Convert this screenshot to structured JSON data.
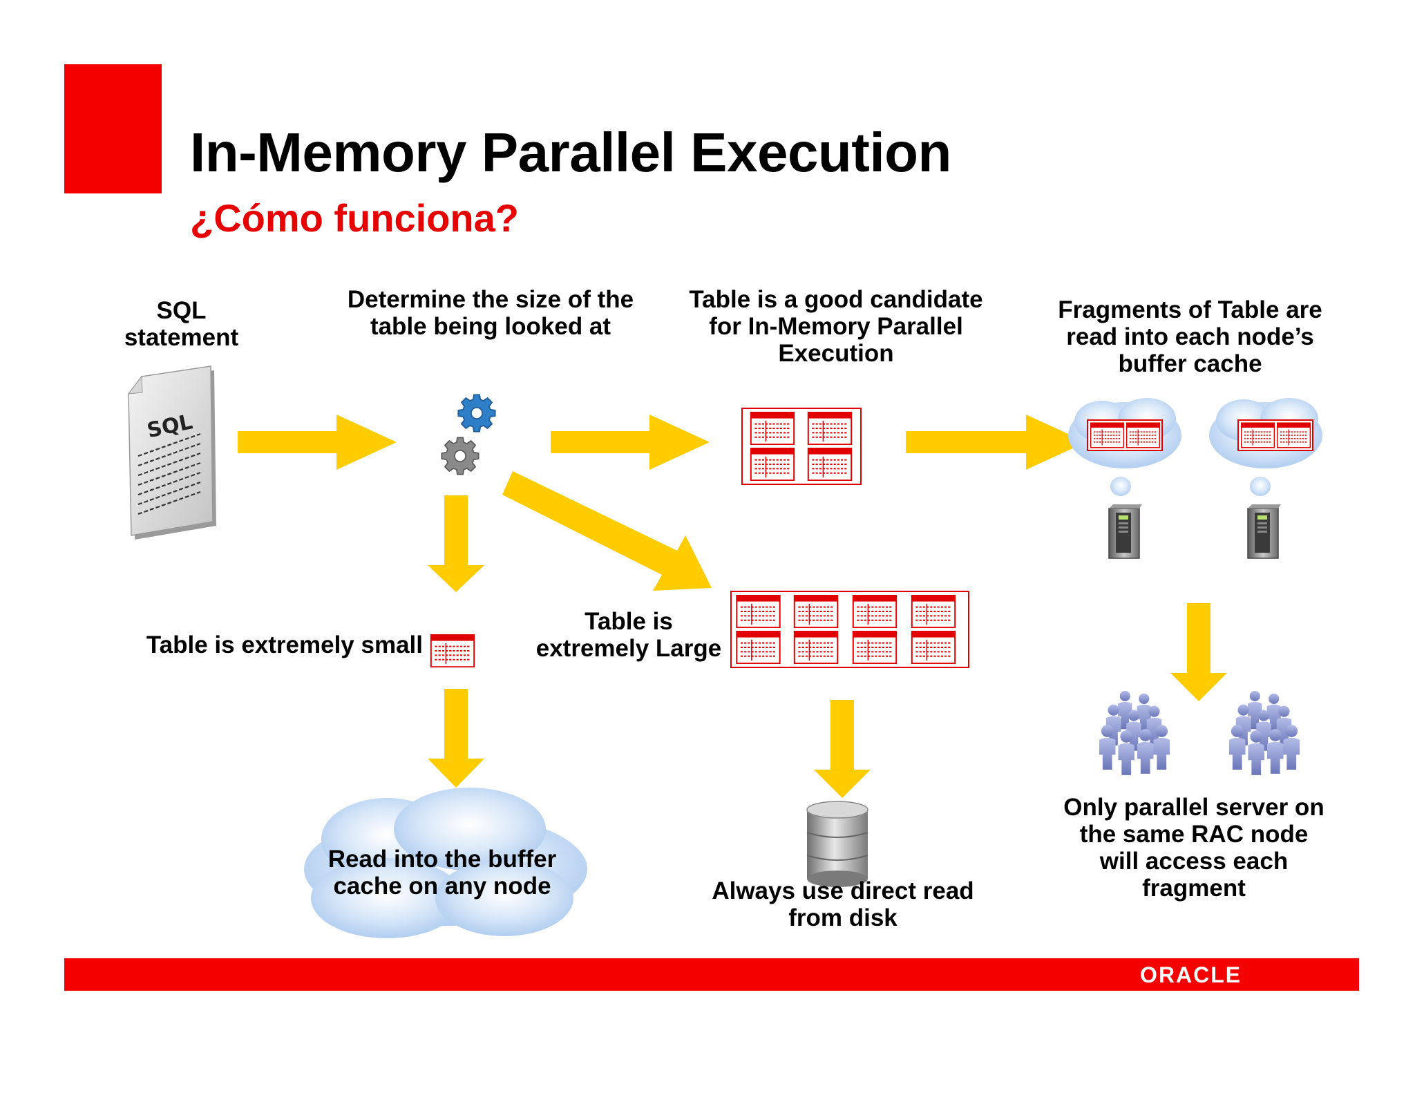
{
  "slide": {
    "title": "In-Memory Parallel Execution",
    "subtitle": "¿Cómo funciona?",
    "brand": "ORACLE"
  },
  "labels": {
    "sql_statement": "SQL\nstatement",
    "determine_size": "Determine the size of the\ntable being looked at",
    "good_candidate": "Table is a good candidate\nfor In-Memory Parallel\nExecution",
    "fragments": "Fragments of Table are\nread into each node’s\nbuffer cache",
    "extremely_small": "Table is extremely small",
    "extremely_large": "Table is\nextremely Large",
    "read_buffer": "Read into the buffer\ncache on any node",
    "direct_read": "Always use direct read\nfrom disk",
    "parallel_server": "Only parallel server on\nthe same RAC node\nwill access each\nfragment"
  },
  "icons": {
    "sql_doc_text": "SQL"
  },
  "colors": {
    "brand_red": "#f40000",
    "subtitle_red": "#e60000",
    "arrow_yellow": "#ffcc00",
    "gear_blue": "#2f7fc8",
    "gear_gray": "#8a8a8a"
  }
}
